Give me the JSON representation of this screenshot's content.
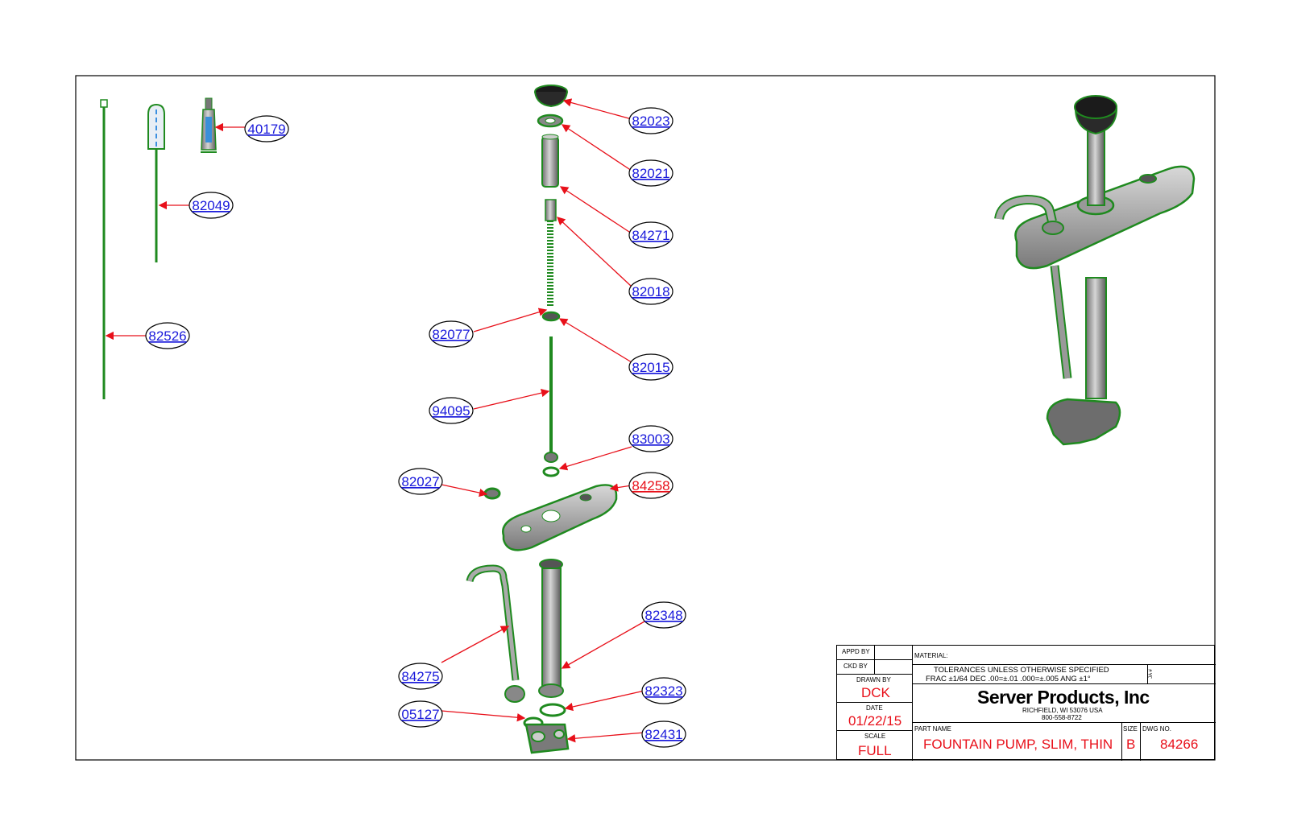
{
  "callouts": [
    {
      "id": "40179",
      "color": "blue"
    },
    {
      "id": "82049",
      "color": "blue"
    },
    {
      "id": "82526",
      "color": "blue"
    },
    {
      "id": "82023",
      "color": "blue"
    },
    {
      "id": "82021",
      "color": "blue"
    },
    {
      "id": "84271",
      "color": "blue"
    },
    {
      "id": "82018",
      "color": "blue"
    },
    {
      "id": "82077",
      "color": "blue"
    },
    {
      "id": "82015",
      "color": "blue"
    },
    {
      "id": "94095",
      "color": "blue"
    },
    {
      "id": "83003",
      "color": "blue"
    },
    {
      "id": "82027",
      "color": "blue"
    },
    {
      "id": "84258",
      "color": "red"
    },
    {
      "id": "82348",
      "color": "blue"
    },
    {
      "id": "84275",
      "color": "blue"
    },
    {
      "id": "82323",
      "color": "blue"
    },
    {
      "id": "05127",
      "color": "blue"
    },
    {
      "id": "82431",
      "color": "blue"
    }
  ],
  "title_block": {
    "appd_by_label": "APPD BY",
    "ckd_by_label": "CKD BY",
    "drawn_by_label": "DRAWN BY",
    "drawn_by": "DCK",
    "date_label": "DATE",
    "date": "01/22/15",
    "scale_label": "SCALE",
    "scale": "FULL",
    "material_label": "MATERIAL:",
    "tolerances_line1": "TOLERANCES UNLESS OTHERWISE SPECIFIED",
    "tolerances_line2": "FRAC ±1/64 DEC .00=±.01 .000=±.005 ANG ±1°",
    "rev_label": "JA #",
    "company": "Server Products, Inc",
    "address": "RICHFIELD, WI 53076 USA",
    "phone": "800-558-8722",
    "part_name_label": "PART NAME",
    "part_name": "FOUNTAIN PUMP, SLIM, THIN",
    "size_label": "SIZE",
    "size": "B",
    "dwg_no_label": "DWG NO.",
    "dwg_no": "84266"
  },
  "colors": {
    "outline_green": "#1f8a1f",
    "part_gray": "#8c8c8c",
    "leader_red": "#e8101a",
    "callout_blue": "#1a1adb"
  }
}
